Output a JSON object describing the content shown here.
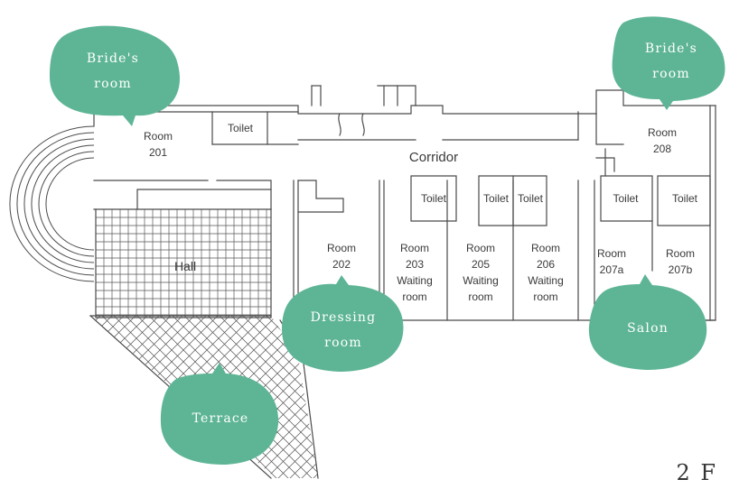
{
  "rooms": {
    "room201": {
      "l1": "Room",
      "l2": "201"
    },
    "toilet_a": "Toilet",
    "corridor": "Corridor",
    "room208": {
      "l1": "Room",
      "l2": "208"
    },
    "hall": "Hall",
    "toilet_b": "Toilet",
    "toilet_c": "Toilet",
    "toilet_d": "Toilet",
    "toilet_e": "Toilet",
    "toilet_f": "Toilet",
    "room202": {
      "l1": "Room",
      "l2": "202"
    },
    "room203": {
      "l1": "Room",
      "l2": "203",
      "l3": "Waiting",
      "l4": "room"
    },
    "room205": {
      "l1": "Room",
      "l2": "205",
      "l3": "Waiting",
      "l4": "room"
    },
    "room206": {
      "l1": "Room",
      "l2": "206",
      "l3": "Waiting",
      "l4": "room"
    },
    "room207a": {
      "l1": "Room",
      "l2": "207a"
    },
    "room207b": {
      "l1": "Room",
      "l2": "207b"
    }
  },
  "bubbles": {
    "brides_room_left": {
      "l1": "Bride's",
      "l2": "room"
    },
    "brides_room_right": {
      "l1": "Bride's",
      "l2": "room"
    },
    "dressing_room": {
      "l1": "Dressing",
      "l2": "room"
    },
    "salon": {
      "l1": "Salon"
    },
    "terrace": {
      "l1": "Terrace"
    }
  },
  "floor_label": "2 F",
  "colors": {
    "bubble": "#5eb596",
    "bubble_dark": "#4fa487",
    "line": "#4a4a4a"
  }
}
